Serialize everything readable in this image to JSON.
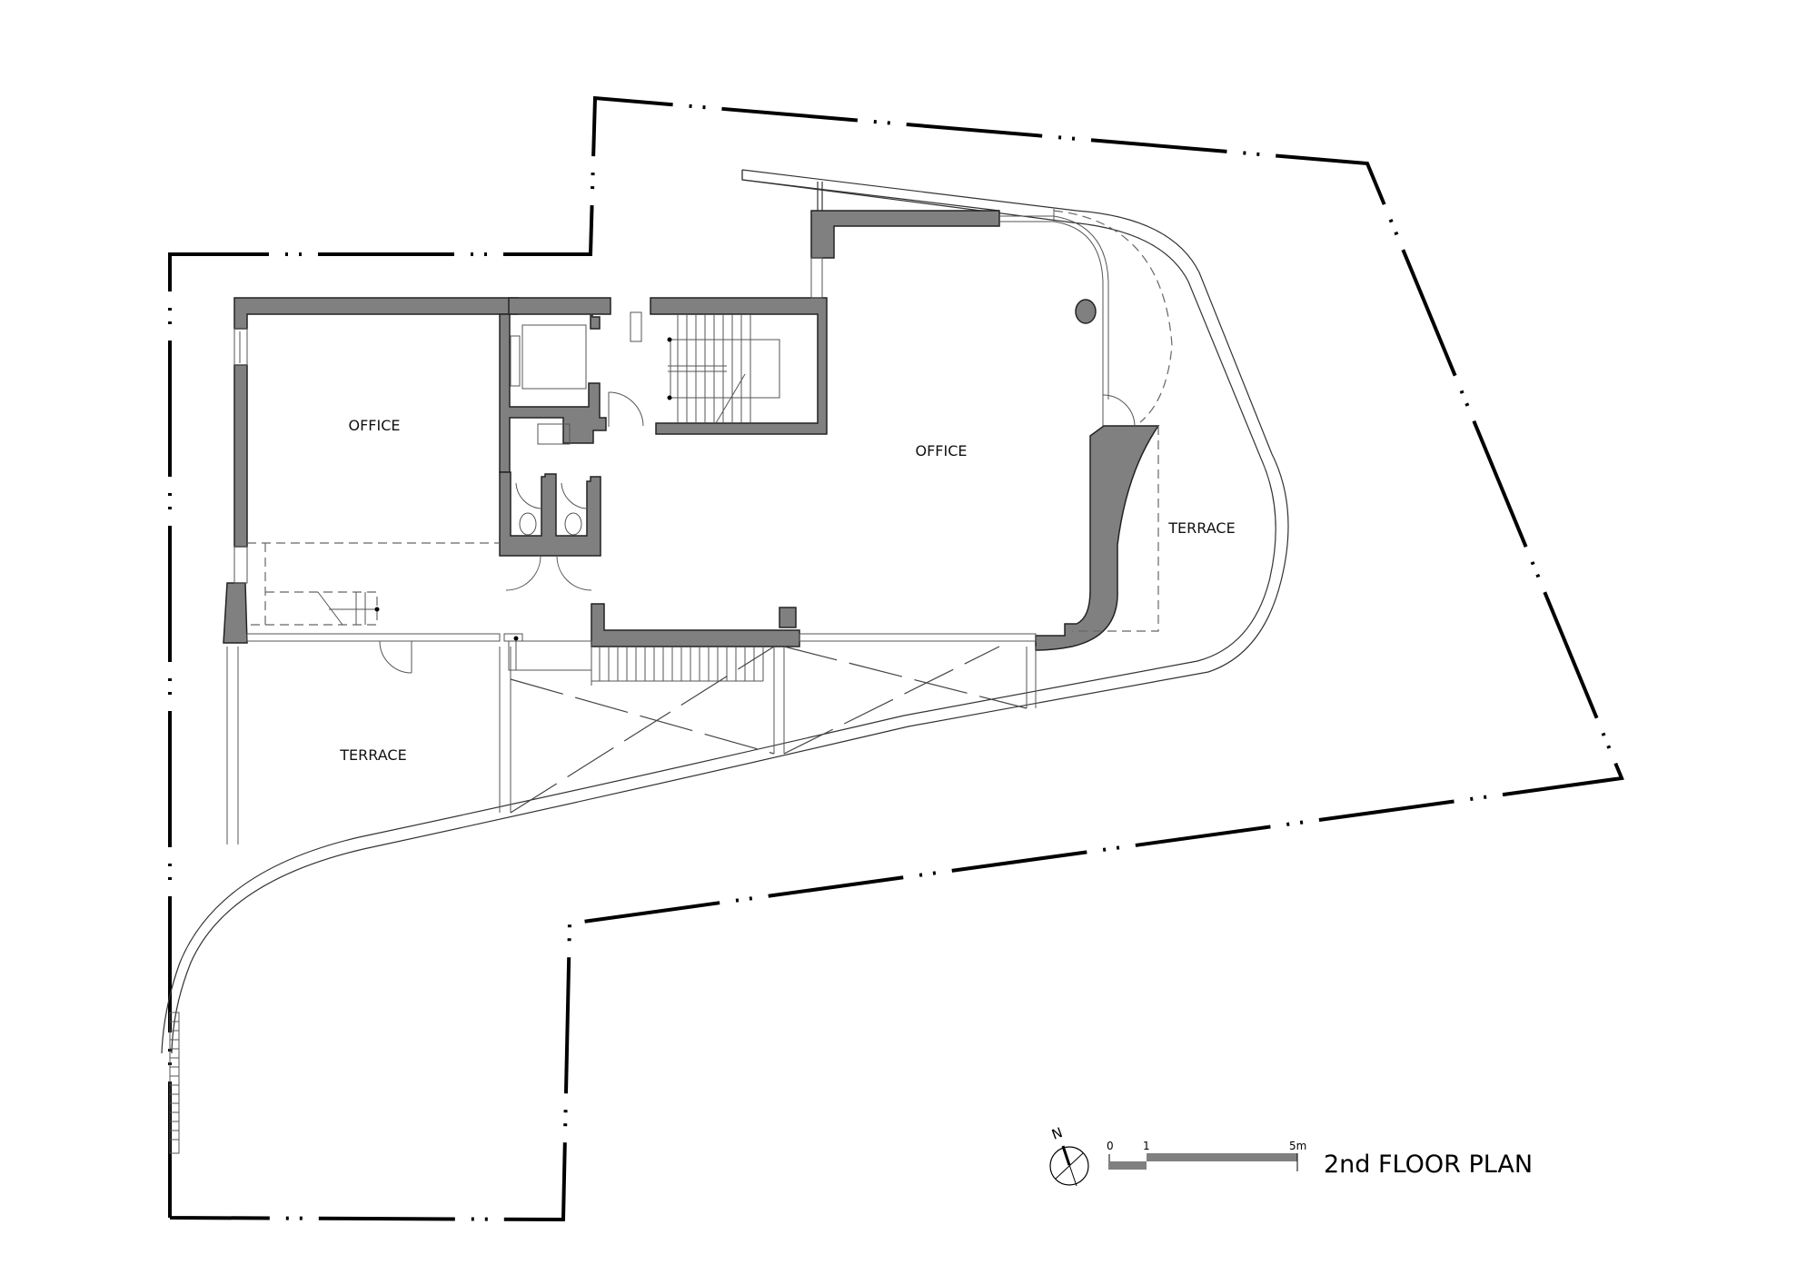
{
  "drawing": {
    "title": "2nd FLOOR PLAN",
    "rooms": [
      {
        "id": "office-west",
        "label": "OFFICE"
      },
      {
        "id": "office-east",
        "label": "OFFICE"
      },
      {
        "id": "terrace-east",
        "label": "TERRACE"
      },
      {
        "id": "terrace-south",
        "label": "TERRACE"
      }
    ],
    "scale_bar": {
      "ticks": [
        "0",
        "1",
        "5m"
      ],
      "fill_color": "#808080"
    },
    "north_arrow": {
      "label": "N"
    },
    "colors": {
      "wall_fill": "#808080",
      "line": "#000000",
      "background": "#ffffff"
    }
  }
}
